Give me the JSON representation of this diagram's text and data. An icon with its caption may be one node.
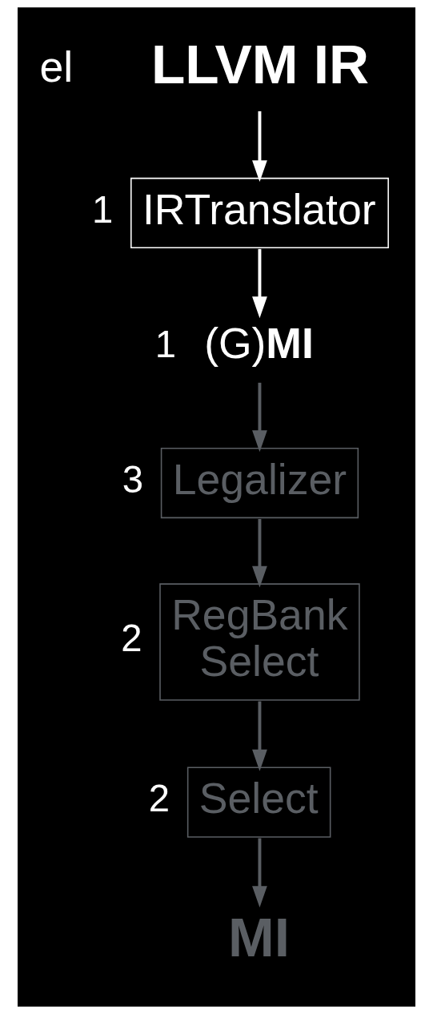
{
  "diagram": {
    "nodes": [
      {
        "text": [
          "**LLVM IR**"
        ]
      },
      {
        "text": [
          "IRTranslator"
        ],
        "beside": [
          "1"
        ]
      },
      {
        "text": [
          "(G)**MI**"
        ],
        "beside": [
          "1"
        ]
      },
      {
        "text": [
          "Legalizer"
        ],
        "beside": [
          "3"
        ]
      },
      {
        "text": [
          "RegBank Select"
        ],
        "beside": [
          "2"
        ]
      },
      {
        "text": [
          "Select"
        ],
        "beside": [
          "2"
        ]
      },
      {
        "text": [
          "**MI**"
        ]
      }
    ],
    "edges": [
      {
        "from": 0,
        "to": 1,
        "arrow": "to",
        "color": "#ffffff"
      },
      {
        "from": 1,
        "to": 2,
        "arrow": "to",
        "color": "#ffffff"
      },
      {
        "from": 2,
        "to": 3,
        "arrow": "to"
      },
      {
        "from": 3,
        "to": 4,
        "arrow": "to"
      },
      {
        "from": 4,
        "to": 5,
        "arrow": "to"
      },
      {
        "from": 5,
        "to": 6,
        "arrow": "to"
      }
    ],
    "labels": [
      "el"
    ]
  }
}
